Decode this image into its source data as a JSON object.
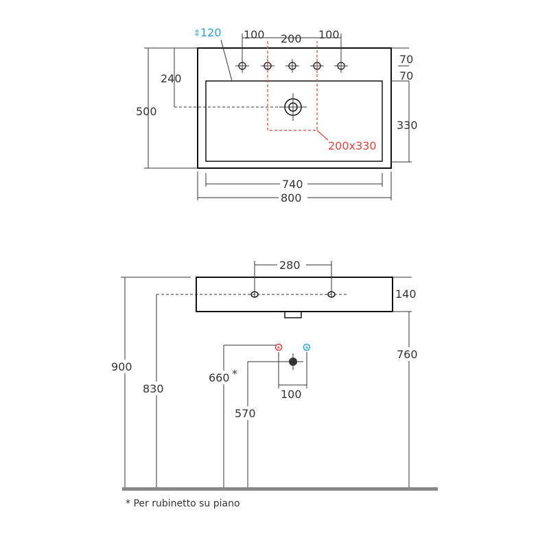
{
  "top_view": {
    "overflow_label": "120",
    "dims": {
      "d100a": "100",
      "d200": "200",
      "d100b": "100",
      "d70a": "70",
      "d70b": "70",
      "d240": "240",
      "d500": "500",
      "d330": "330",
      "cutout": "200x330",
      "d740": "740",
      "d800": "800"
    }
  },
  "side_view": {
    "dims": {
      "d280": "280",
      "d140": "140",
      "d900": "900",
      "d830": "830",
      "d760": "760",
      "d660": "660",
      "d660_mark": "*",
      "d570": "570",
      "d100": "100"
    },
    "footnote": "* Per rubinetto su piano"
  },
  "colors": {
    "blue": "#2a9fd8",
    "red": "#e24040",
    "ink": "#333333",
    "floor": "#888888"
  }
}
